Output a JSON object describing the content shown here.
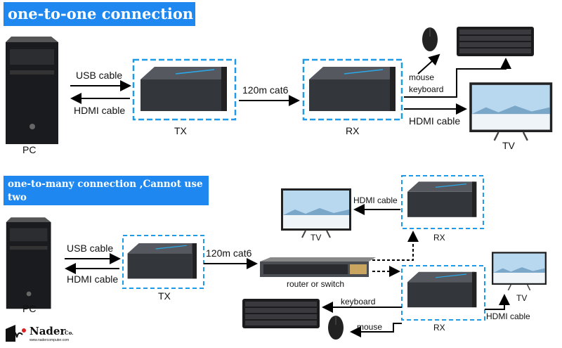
{
  "one_to_one": {
    "title": "one-to-one connection",
    "pc_label": "PC",
    "usb_cable": "USB cable",
    "hdmi_cable_left": "HDMI cable",
    "tx_label": "TX",
    "link_label": "120m cat6",
    "rx_label": "RX",
    "mouse_label": "mouse",
    "keyboard_label": "keyboard",
    "hdmi_cable_right": "HDMI cable",
    "tv_label": "TV"
  },
  "one_to_many": {
    "title_line1": "one-to-many connection ,Cannot use two",
    "title_line2": "mouse and keyboard at the same time",
    "pc_label": "PC",
    "usb_cable": "USB cable",
    "hdmi_cable_left": "HDMI cable",
    "tx_label": "TX",
    "link_label": "120m cat6",
    "switch_label": "router or switch",
    "tv1_label": "TV",
    "hdmi_cable_tv1": "HDMI cable",
    "rx1_label": "RX",
    "rx2_label": "RX",
    "tv2_label": "TV",
    "hdmi_cable_tv2": "HDMI cable",
    "keyboard_label": "keyboard",
    "mouse_label": "mouse"
  },
  "logo": {
    "name": "Nader",
    "suffix": "Co.",
    "url": "www.nadercomputer.com"
  },
  "colors": {
    "banner": "#1e88f0",
    "dashed_box": "#1e9be8",
    "device": "#3a3d42"
  }
}
